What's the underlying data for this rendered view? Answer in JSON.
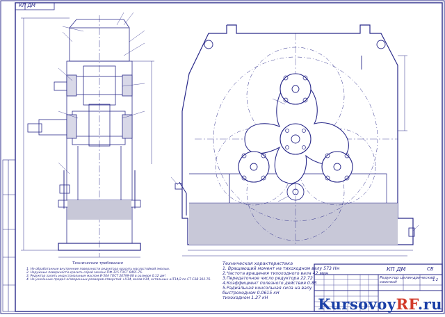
{
  "sheet": {
    "corner_stamp": "КП ДМ",
    "doc_code": "КП ДМ",
    "sheet_letter": "СБ",
    "title_lines": [
      "Редуктор цилиндрический",
      "соосный"
    ],
    "scale": "1:2"
  },
  "tech_requirements": {
    "heading": "Технические требования",
    "items": [
      "1. Не обработанные внутренние поверхности редуктора красить маслостойкой эмалью.",
      "2. Наружные поверхности красить серой эмалью ПФ-115 ГОСТ 6465-76.",
      "3. Редуктор залить индустриальным маслом И-50А ГОСТ 20799-88 в размере 0,12 дм³.",
      "4. Не указанные предел оговоренных размеров отверстий +Н14, валов h14, остальных ±IT14/2 по СТ СЭВ 302-76."
    ]
  },
  "characteristics": {
    "heading": "Техническая характеристика",
    "lines": [
      "1. Вращающий момент на тихоходном валу 573 Нм",
      "2.Частота вращения тихоходного вала 42 мин",
      "3.Передаточное число редуктора 22.72",
      "4.Коэффициент полезного действия 0.85",
      "5.Радиальная консольная сила на валу",
      "быстроходном 0.0615 кН",
      "тихоходном 1.27 кН"
    ]
  },
  "watermark": {
    "part1": "Kursovoy",
    "part2": "RF",
    "part3": ".ru"
  },
  "colors": {
    "ink": "#2a2a8a",
    "oil": "#c8c8d8",
    "watermark_blue": "#1a3fa6",
    "watermark_red": "#d23a2a"
  }
}
